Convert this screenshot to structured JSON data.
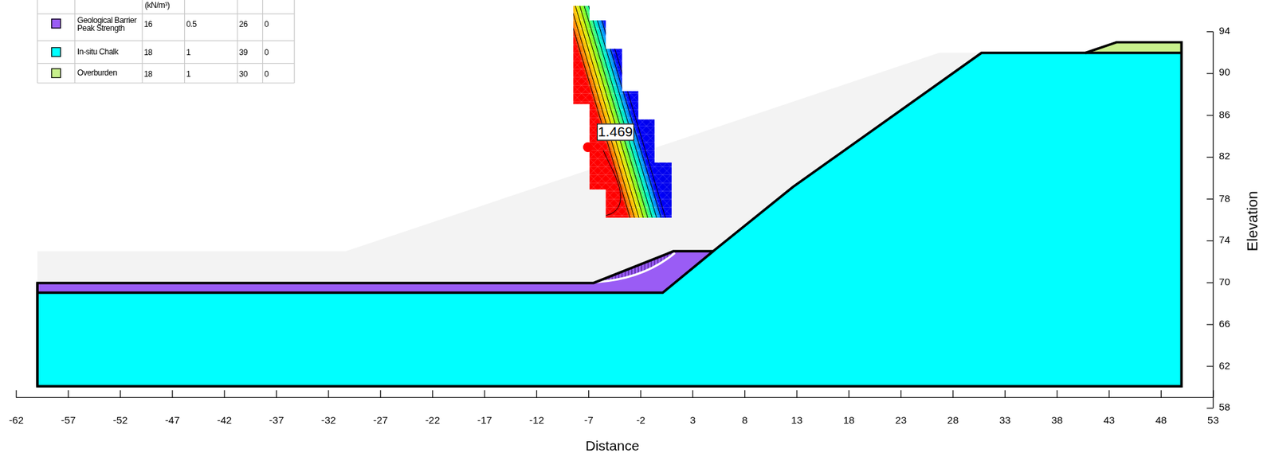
{
  "diagram": {
    "labels": [
      "(kN/m³)",
      "16",
      "0.5",
      "26",
      "0",
      "18",
      "1",
      "39",
      "0",
      "18",
      "1",
      "30",
      "0",
      "1.469",
      "-62",
      "-57",
      "-52",
      "-47",
      "-42",
      "-37",
      "-32",
      "-27",
      "-22",
      "-17",
      "-12",
      "-7",
      "-2",
      "3",
      "8",
      "13",
      "18",
      "23",
      "28",
      "33",
      "38",
      "43",
      "48",
      "53",
      "94",
      "90",
      "86",
      "82",
      "78",
      "74",
      "70",
      "66",
      "62",
      "58",
      "Distance",
      "Elevation"
    ],
    "legend": [
      {
        "text": "Geological Barrier Peak Strength",
        "color": "#9a5cf5"
      },
      {
        "text": "In-situ Chalk",
        "color": "#00ffff"
      },
      {
        "text": "Overburden",
        "color": "#c8f08c"
      }
    ]
  }
}
